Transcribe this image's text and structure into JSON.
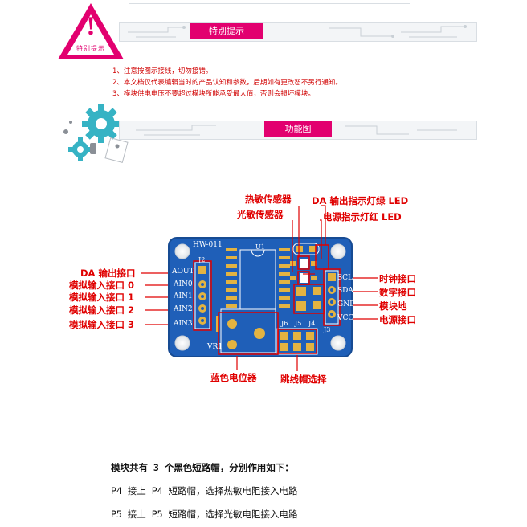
{
  "warning": {
    "title": "特别提示",
    "icon_label": "特别提示",
    "icon_mark": "!",
    "notes": [
      "1、注意按图示接线，切勿接错。",
      "2、本文档仅代表编辑当时的产品认知和参数，后期如有更改恕不另行通知。",
      "3、模块供电电压不要超过模块所能承受最大值，否则会损坏模块。"
    ]
  },
  "section": {
    "title": "功能图"
  },
  "board": {
    "name": "HW-011",
    "chip": "U1",
    "header_left": "J2",
    "header_right": "J3",
    "jumpers": [
      "J6",
      "J5",
      "J4"
    ],
    "pot": "VR1",
    "left_pins": [
      "AOUT",
      "AIN0",
      "AIN1",
      "AIN2",
      "AIN3"
    ],
    "right_pins": [
      "SCL",
      "SDA",
      "GND",
      "VCC"
    ]
  },
  "callouts": {
    "top": [
      "热敏传感器",
      "光敏传感器",
      "DA 输出指示灯绿 LED",
      "电源指示灯红 LED"
    ],
    "left": [
      "DA 输出接口",
      "模拟输入接口 0",
      "模拟输入接口 1",
      "模拟输入接口 2",
      "模拟输入接口 3"
    ],
    "right": [
      "时钟接口",
      "数字接口",
      "模块地",
      "电源接口"
    ],
    "bottom": [
      "蓝色电位器",
      "跳线帽选择"
    ]
  },
  "colors": {
    "accent": "#e2006f",
    "callout": "#e00000",
    "pcb": "#1f5fb8"
  },
  "description": {
    "heading": "模块共有 3 个黑色短路帽，分别作用如下：",
    "lines": [
      "P4 接上 P4 短路帽，选择热敏电阻接入电路",
      "P5 接上 P5 短路帽，选择光敏电阻接入电路"
    ]
  }
}
